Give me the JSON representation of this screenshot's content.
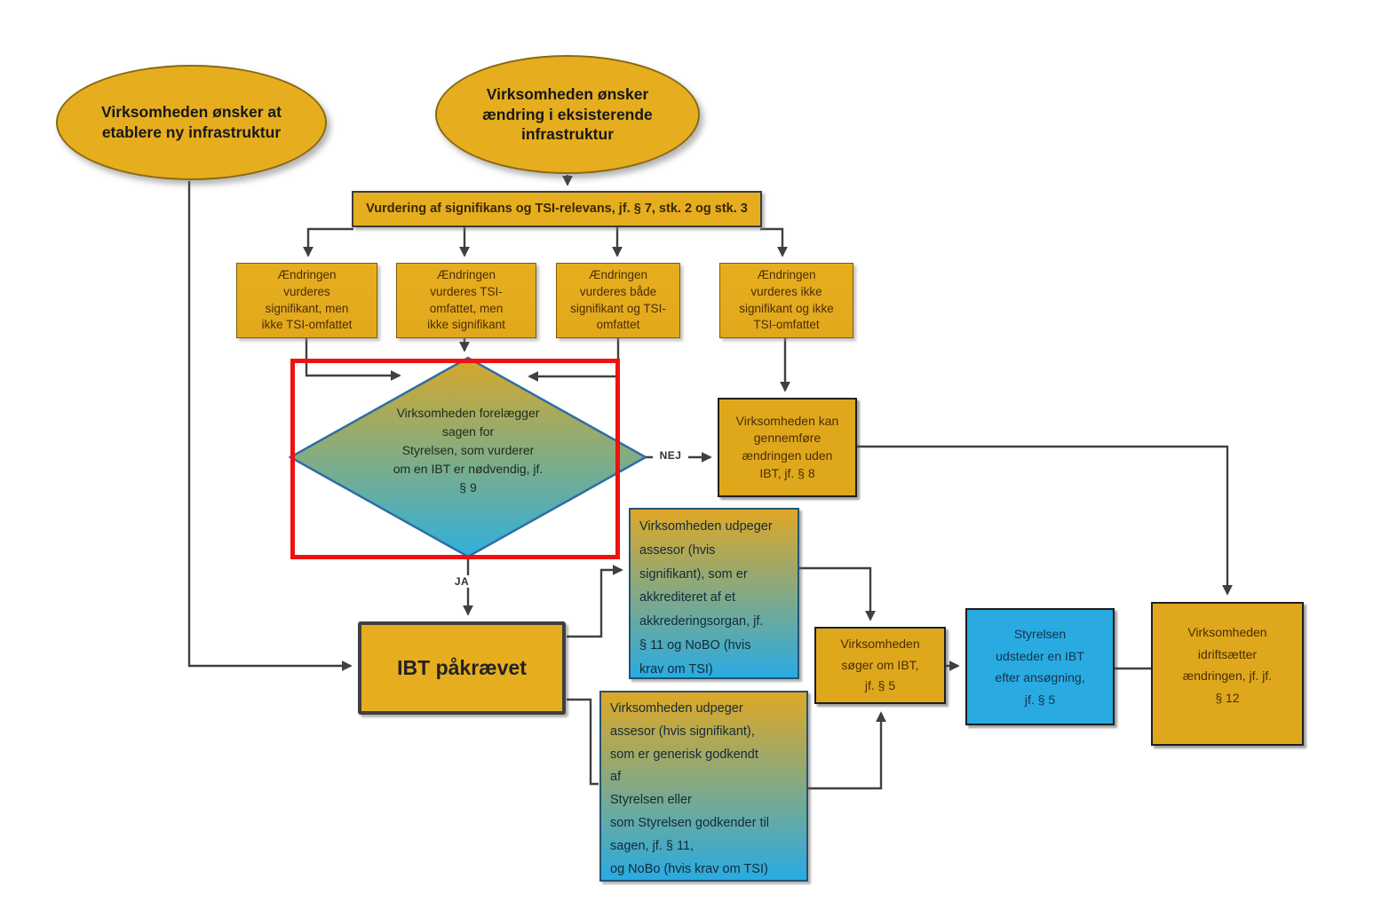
{
  "diagram": {
    "language": "da",
    "kind": "flowchart"
  },
  "colors": {
    "gold": "#E6AE1F",
    "gold_dark": "#DFA81C",
    "blue": "#29ABE2",
    "gradient_top": "#DFA726",
    "gradient_bottom": "#29ABE2",
    "highlight_red": "#EE1111",
    "connector": "#404040",
    "diamond_border": "#2E6DA4"
  },
  "nodes": {
    "start_new_infra": {
      "text": "Virksomheden ønsker at\netablere ny infrastruktur"
    },
    "start_change_infra": {
      "text": "Virksomheden ønsker\nændring i eksisterende\ninfrastruktur"
    },
    "assessment": {
      "text": "Vurdering af signifikans og TSI-relevans, jf. § 7, stk. 2 og stk. 3"
    },
    "outcome_significant_not_tsi": {
      "text": "Ændringen\nvurderes\nsignifikant, men\nikke TSI-omfattet"
    },
    "outcome_tsi_not_significant": {
      "text": "Ændringen\nvurderes  TSI-\nomfattet, men\nikke signifikant"
    },
    "outcome_both": {
      "text": "Ændringen\nvurderes både\nsignifikant og TSI-\nomfattet"
    },
    "outcome_neither": {
      "text": "Ændringen\nvurderes ikke\nsignifikant og ikke\nTSI-omfattet"
    },
    "decision_submit_case": {
      "text": "Virksomheden forelægger\nsagen for\nStyrelsen, som vurderer\nom en IBT er nødvendig, jf.\n§ 9"
    },
    "no_ibt_needed": {
      "text": "Virksomheden kan\ngennemføre\nændringen uden\nIBT, jf. § 8"
    },
    "appoint_assessor_accredited": {
      "text": "Virksomheden udpeger\nassesor (hvis\nsignifikant), som er\nakkrediteret af et\nakkrederingsorgan, jf.\n§ 11 og NoBO (hvis\nkrav om TSI)"
    },
    "ibt_required": {
      "text": "IBT påkrævet"
    },
    "appoint_assessor_generic": {
      "text": "Virksomheden udpeger\nassesor (hvis signifikant),\nsom er generisk godkendt\naf\nStyrelsen eller\nsom Styrelsen godkender til\nsagen, jf. § 11,\nog NoBo (hvis krav om TSI)"
    },
    "apply_for_ibt": {
      "text": "Virksomheden\nsøger om IBT,\njf. § 5"
    },
    "issue_ibt": {
      "text": "Styrelsen\nudsteder en IBT\nefter ansøgning,\njf. § 5"
    },
    "commission_change": {
      "text": "Virksomheden\nidriftsætter\nændringen, jf. jf.\n§ 12"
    }
  },
  "edge_labels": {
    "yes": "JA",
    "no": "NEJ"
  }
}
